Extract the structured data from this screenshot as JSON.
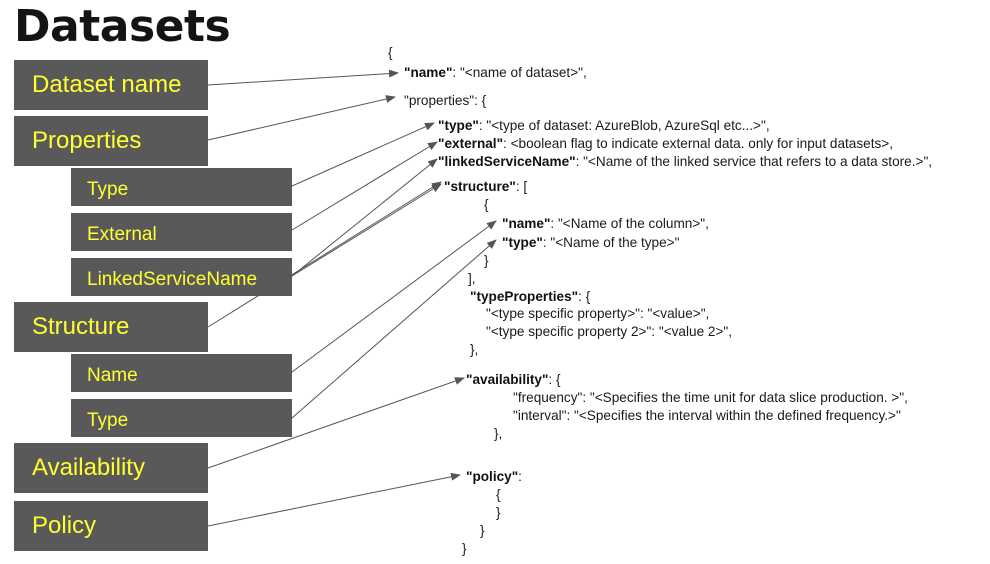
{
  "title": "Datasets",
  "labels": {
    "dataset_name": "Dataset name",
    "properties": "Properties",
    "type": "Type",
    "external": "External",
    "linked_service_name": "LinkedServiceName",
    "structure": "Structure",
    "name": "Name",
    "type2": "Type",
    "availability": "Availability",
    "policy": "Policy"
  },
  "json_lines": {
    "open": "{",
    "name_key": "\"name\"",
    "name_val": ": \"<name of dataset>\",",
    "properties": "\"properties\": {",
    "type_key": "\"type\"",
    "type_val": ": \"<type of dataset: AzureBlob, AzureSql etc...>\",",
    "external_key": "\"external\"",
    "external_val": ": <boolean flag to indicate external data. only for input datasets>,",
    "linked_key": "\"linkedServiceName\"",
    "linked_val": ": \"<Name of the linked service that refers to a data store.>\",",
    "structure_key": "\"structure\"",
    "structure_val": ": [",
    "struct_open": "{",
    "col_name_key": "\"name\"",
    "col_name_val": ": \"<Name of the column>\",",
    "col_type_key": "\"type\"",
    "col_type_val": ": \"<Name of the type>\"",
    "struct_close": "}",
    "array_close": "],",
    "typeprops_key": "\"typeProperties\"",
    "typeprops_val": ": {",
    "tp_line1": "\"<type specific property>\": \"<value>\",",
    "tp_line2": "\"<type specific property 2>\": \"<value 2>\",",
    "tp_close": "},",
    "avail_key": "\"availability\"",
    "avail_val": ": {",
    "frequency": "\"frequency\": \"<Specifies the time unit for data slice production. >\",",
    "interval": "\"interval\": \"<Specifies the interval within the defined frequency.>\"",
    "avail_close": "},",
    "policy_key": "\"policy\"",
    "policy_val": ":",
    "policy_open": "{",
    "policy_close": "}",
    "props_close": "}",
    "root_close": "}"
  }
}
